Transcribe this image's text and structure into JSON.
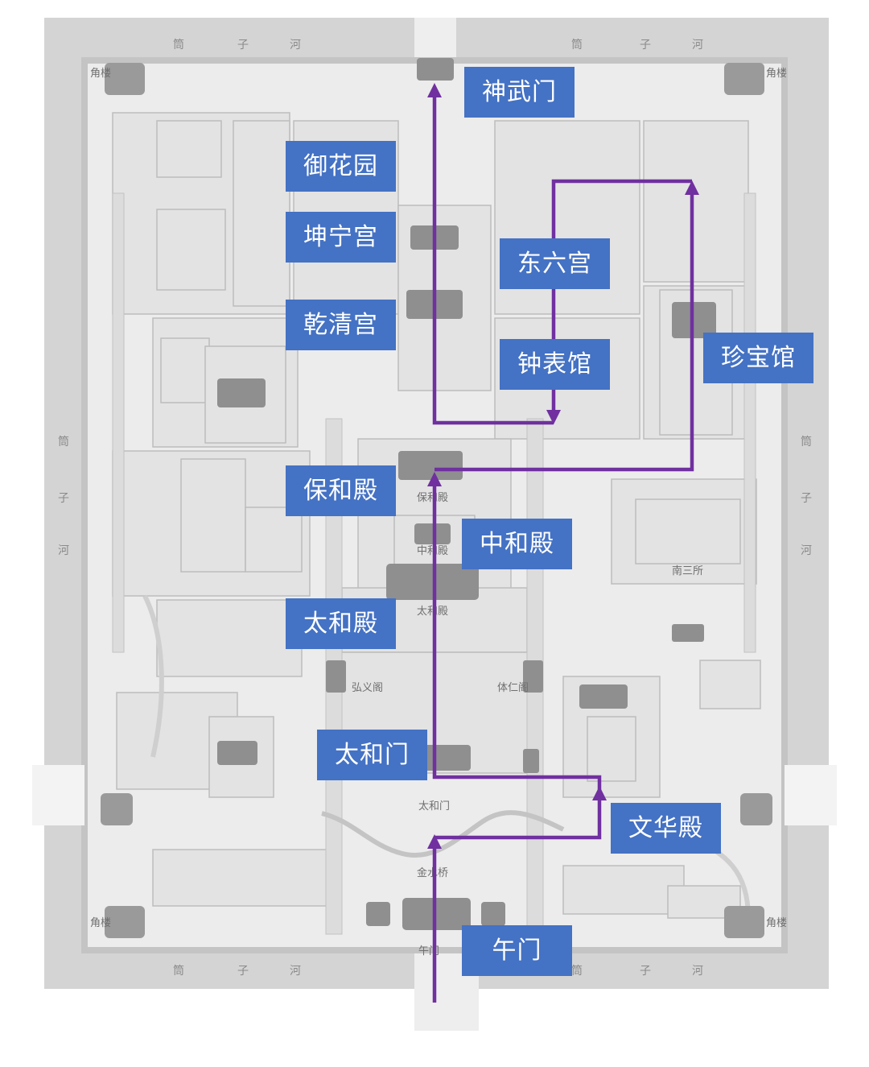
{
  "moat": {
    "name_chars": [
      "筒",
      "子",
      "河"
    ]
  },
  "map_text": {
    "taihemen_small": "太和门",
    "jinshuiqiao": "金水桥",
    "wumen_small": "午门",
    "taihedian_small": "太和殿",
    "zhonghedian_small": "中和殿",
    "baohedian_small": "保和殿",
    "nansansuo": "南三所",
    "hongyige": "弘义阁",
    "tirenge": "体仁阁",
    "jiaolou": "角楼"
  },
  "labels": {
    "shenwumen": "神武门",
    "yuhuayuan": "御花园",
    "kunninggong": "坤宁宫",
    "qianqinggong": "乾清宫",
    "dongliugong": "东六宫",
    "zhongbiaoguan": "钟表馆",
    "zhenbaoguan": "珍宝馆",
    "baohedian": "保和殿",
    "zhonghedian": "中和殿",
    "taihedian": "太和殿",
    "taihemen": "太和门",
    "wenhuadian": "文华殿",
    "wumen": "午门"
  },
  "colors": {
    "route": "#7030a0",
    "label_bg": "#4472c4",
    "map_gray": "#d9d9d9",
    "wall_gray": "#c8c8c8"
  }
}
